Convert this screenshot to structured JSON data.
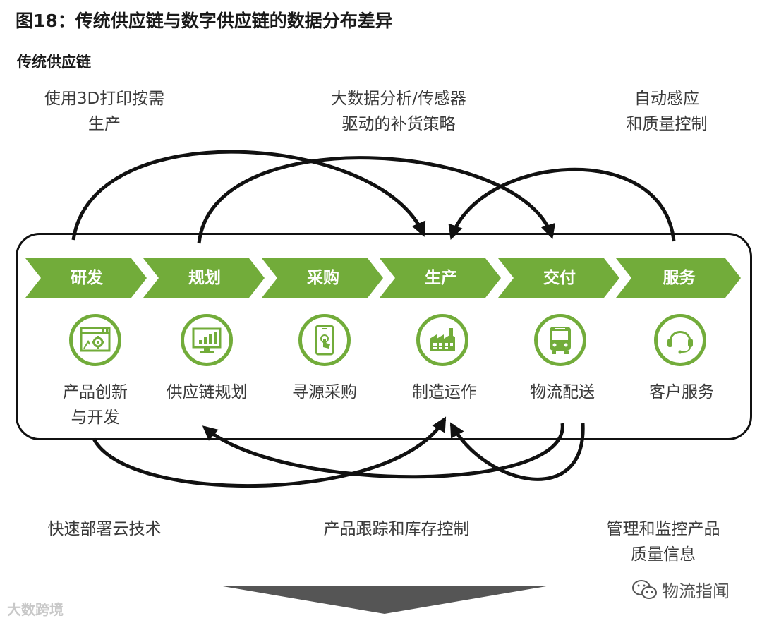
{
  "figure": {
    "title": "图18：传统供应链与数字供应链的数据分布差异",
    "subtitle": "传统供应链"
  },
  "colors": {
    "green": "#72ac3a",
    "dark": "#111111",
    "arrow_gray": "#555555"
  },
  "top_annotations": [
    {
      "lines": [
        "使用3D打印按需",
        "生产"
      ]
    },
    {
      "lines": [
        "大数据分析/传感器",
        "驱动的补货策略"
      ]
    },
    {
      "lines": [
        "自动感应",
        "和质量控制"
      ]
    }
  ],
  "bottom_annotations": [
    {
      "lines": [
        "快速部署云技术"
      ]
    },
    {
      "lines": [
        "产品跟踪和库存控制"
      ]
    },
    {
      "lines": [
        "管理和监控产品",
        "质量信息"
      ]
    }
  ],
  "stages": [
    {
      "chevron": "研发",
      "icon": "browser-gear-icon",
      "label_lines": [
        "产品创新",
        "与开发"
      ]
    },
    {
      "chevron": "规划",
      "icon": "monitor-chart-icon",
      "label_lines": [
        "供应链规划"
      ]
    },
    {
      "chevron": "采购",
      "icon": "smartphone-touch-icon",
      "label_lines": [
        "寻源采购"
      ]
    },
    {
      "chevron": "生产",
      "icon": "factory-icon",
      "label_lines": [
        "制造运作"
      ]
    },
    {
      "chevron": "交付",
      "icon": "bus-icon",
      "label_lines": [
        "物流配送"
      ]
    },
    {
      "chevron": "服务",
      "icon": "headset-icon",
      "label_lines": [
        "客户服务"
      ]
    }
  ],
  "watermarks": {
    "left": "大数跨境",
    "right": "物流指闻"
  }
}
